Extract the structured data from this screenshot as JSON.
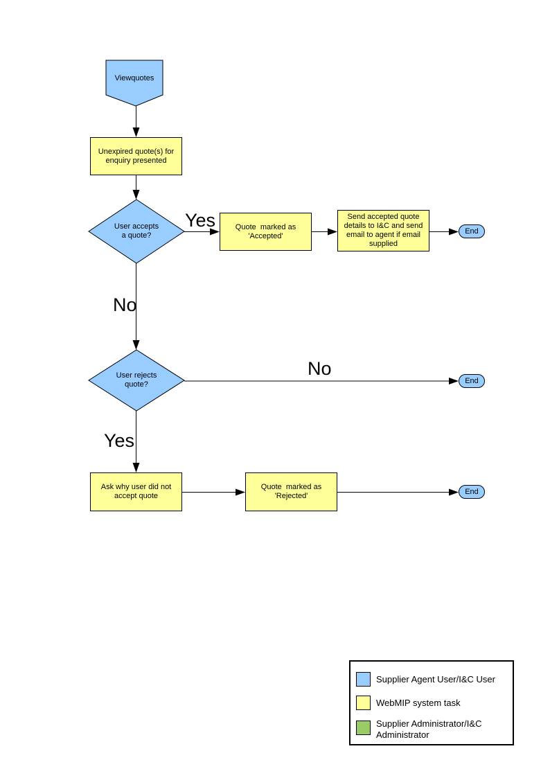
{
  "colors": {
    "user_shape_fill": "#99CCFF",
    "system_task_fill": "#FFFF99",
    "admin_fill": "#99CC66",
    "line": "#000000",
    "background": "#FFFFFF"
  },
  "flowchart": {
    "start": {
      "label": "Viewquotes"
    },
    "unexpired": {
      "label": "Unexpired quote(s) for enquiry presented"
    },
    "accepts_decision": {
      "label": "User accepts a quote?"
    },
    "marked_accepted": {
      "label": "Quote  marked as 'Accepted'"
    },
    "send_details": {
      "label": "Send accepted quote details to I&C and send email to agent if email supplied"
    },
    "end_accept": {
      "label": "End"
    },
    "rejects_decision": {
      "label": "User rejects quote?"
    },
    "end_reject_no": {
      "label": "End"
    },
    "ask_why": {
      "label": "Ask why user did not accept quote"
    },
    "marked_rejected": {
      "label": "Quote  marked as 'Rejected'"
    },
    "end_rejected": {
      "label": "End"
    },
    "edge_labels": {
      "yes_accept": "Yes",
      "no_accept": "No",
      "no_reject": "No",
      "yes_reject": "Yes"
    }
  },
  "legend": {
    "items": [
      {
        "color": "#99CCFF",
        "swatch_style": "background-color:#99CCFF",
        "label": "Supplier Agent User/I&C User"
      },
      {
        "color": "#FFFF99",
        "swatch_style": "background-color:#FFFF99",
        "label": "WebMIP system task"
      },
      {
        "color": "#99CC66",
        "swatch_style": "background-color:#99CC66",
        "label": "Supplier Administrator/I&C Administrator"
      }
    ]
  }
}
